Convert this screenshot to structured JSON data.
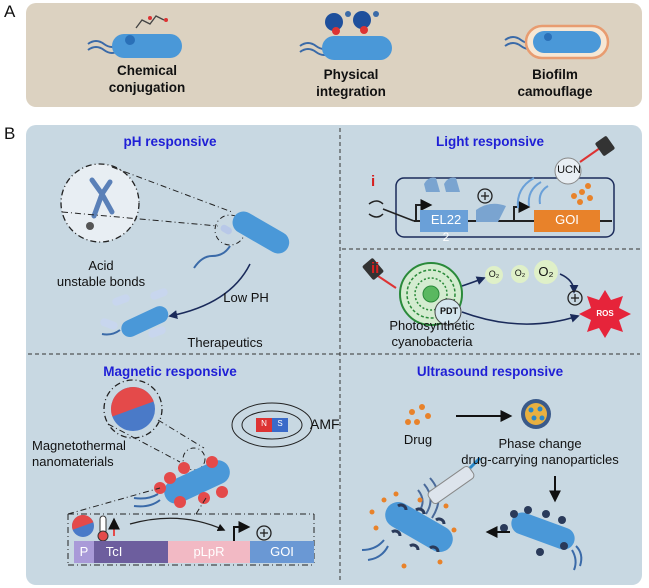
{
  "panel_a": {
    "letter": "A",
    "items": [
      {
        "label_line1": "Chemical",
        "label_line2": "conjugation"
      },
      {
        "label_line1": "Physical",
        "label_line2": "integration"
      },
      {
        "label_line1": "Biofilm",
        "label_line2": "camouflage"
      }
    ]
  },
  "panel_b": {
    "letter": "B",
    "ph": {
      "title": "pH responsive",
      "bond_line1": "Acid",
      "bond_line2": "unstable bonds",
      "low_ph": "Low PH",
      "therapeutics": "Therapeutics"
    },
    "light": {
      "title": "Light responsive",
      "roman1": "i",
      "roman2": "ii",
      "ucn": "UCN",
      "el22": "EL22",
      "el22_sub": "2",
      "goi": "GOI",
      "o2_small1": "O₂",
      "o2_small2": "O₂",
      "o2_big": "O₂",
      "pdt": "PDT",
      "ros": "ROS",
      "cyano_line1": "Photosynthetic",
      "cyano_line2": "cyanobacteria"
    },
    "magnetic": {
      "title": "Magnetic responsive",
      "amf": "AMF",
      "magnet_n": "N",
      "magnet_s": "S",
      "nano_line1": "Magnetothermal",
      "nano_line2": "nanomaterials",
      "circuit": [
        "P",
        "TcI",
        "pLpR",
        "GOI"
      ]
    },
    "ultrasound": {
      "title": "Ultrasound responsive",
      "drug": "Drug",
      "phase_line1": "Phase change",
      "phase_line2": "drug-carrying nanoparticles"
    }
  }
}
